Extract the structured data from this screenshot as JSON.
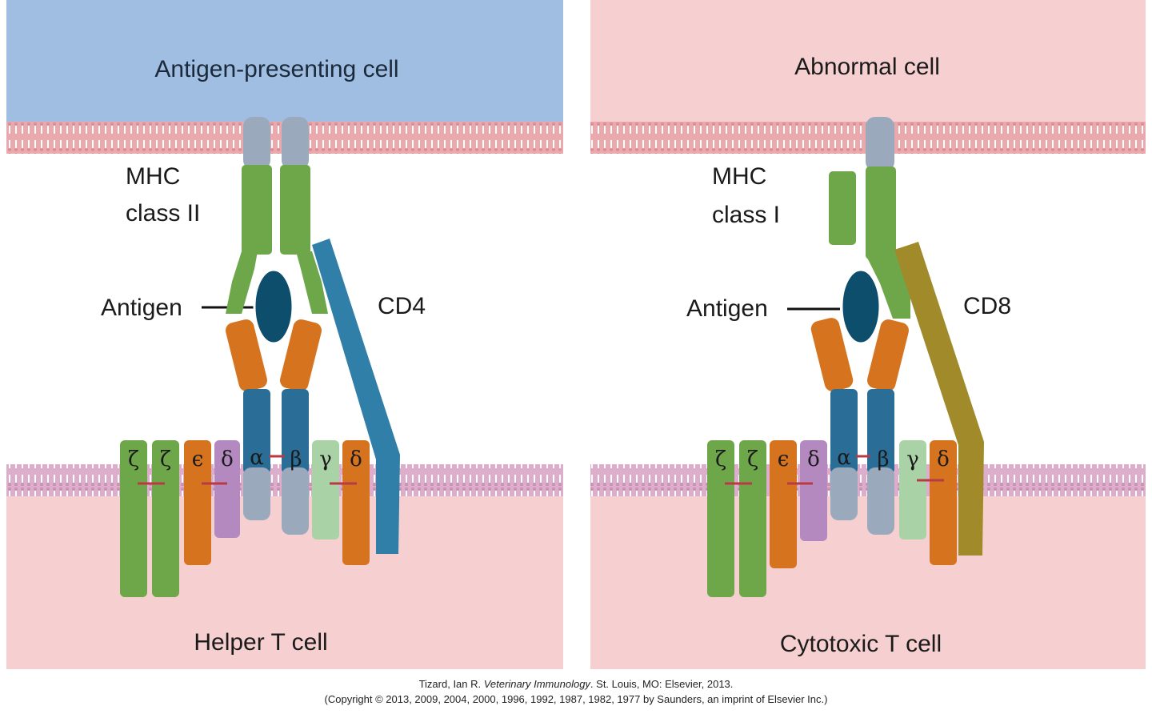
{
  "left_panel": {
    "top_cell": "Antigen-presenting cell",
    "mhc_line1": "MHC",
    "mhc_line2": "class II",
    "antigen": "Antigen",
    "coreceptor": "CD4",
    "bottom_cell": "Helper T cell"
  },
  "right_panel": {
    "top_cell": "Abnormal cell",
    "mhc_line1": "MHC",
    "mhc_line2": "class I",
    "antigen": "Antigen",
    "coreceptor": "CD8",
    "bottom_cell": "Cytotoxic T cell"
  },
  "cd3_chain_labels": [
    "ζ",
    "ζ",
    "ϵ",
    "δ",
    "α",
    "β",
    "γ",
    "δ"
  ],
  "caption": {
    "line1_prefix": "Tizard, Ian R. ",
    "line1_title": "Veterinary Immunology",
    "line1_suffix": ". St. Louis, MO: Elsevier, 2013.",
    "line2": "(Copyright © 2013, 2009, 2004, 2000, 1996, 1992, 1987, 1982, 1977 by Saunders, an imprint of Elsevier Inc.)"
  },
  "colors": {
    "apc_cell": "#a0bde2",
    "abnormal_cell": "#f6cfd0",
    "t_cell": "#f6cfd0",
    "mhc_green": "#6ea64a",
    "tcr_blue": "#2a6e98",
    "tcr_orange": "#d5731f",
    "antigen_dark": "#0c4e6b",
    "cd4_blue": "#2f7fa8",
    "cd8_olive": "#a08a2a",
    "membrane_grey": "#9aa9bb",
    "delta_purple": "#b489c0",
    "gamma_green": "#a9d3a6"
  }
}
